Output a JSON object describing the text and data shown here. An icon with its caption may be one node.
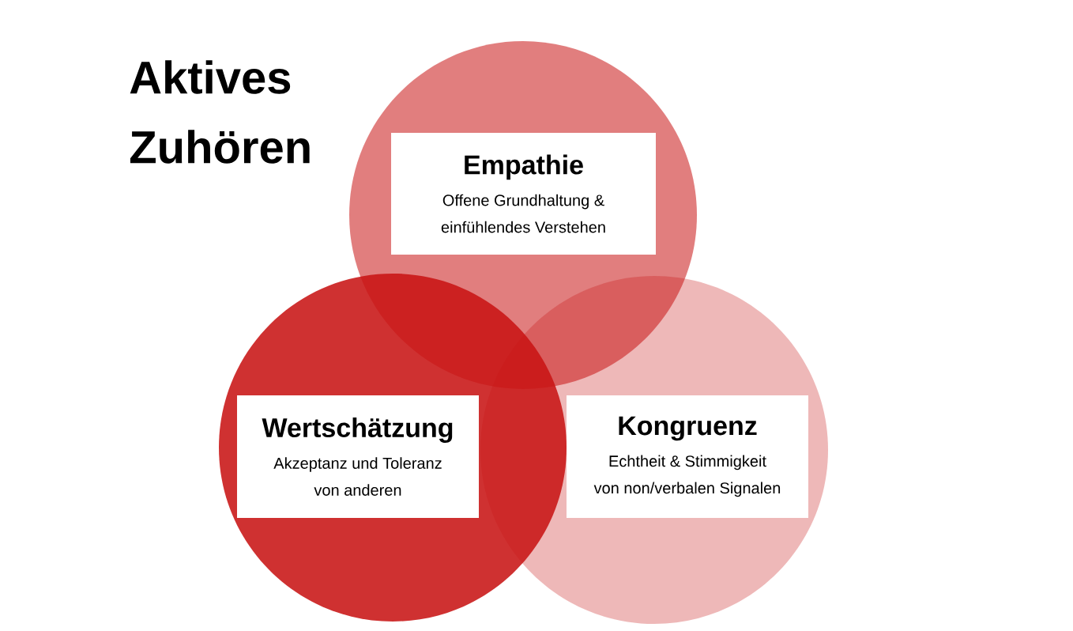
{
  "diagram": {
    "title": "Aktives Zuhören",
    "nodes": [
      {
        "text": [],
        "shape": "circle"
      },
      {
        "text": [
          "Empathie",
          "Offene Grundhaltung & einfühlendes Verstehen"
        ],
        "in": 0
      },
      {
        "text": [],
        "shape": "circle"
      },
      {
        "text": [
          "Wertschätzung",
          "Akzeptanz und Toleranz von anderen"
        ],
        "in": 2
      },
      {
        "text": [],
        "shape": "circle"
      },
      {
        "text": [
          "Kongruenz",
          "Echtheit & Stimmigkeit von non/verbalen Signalen"
        ],
        "in": 4
      }
    ]
  }
}
